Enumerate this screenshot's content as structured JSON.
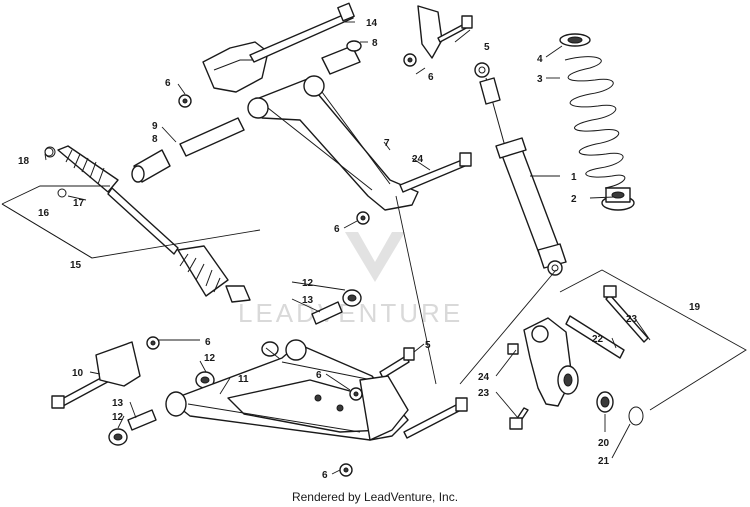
{
  "watermark": "LEADVENTURE",
  "footer": "Rendered by LeadVenture, Inc.",
  "callouts": {
    "c1": "1",
    "c2": "2",
    "c3": "3",
    "c4": "4",
    "c5a": "5",
    "c5b": "5",
    "c6a": "6",
    "c6b": "6",
    "c6c": "6",
    "c6d": "6",
    "c6e": "6",
    "c6f": "6",
    "c7": "7",
    "c8a": "8",
    "c8b": "8",
    "c9": "9",
    "c10": "10",
    "c11": "11",
    "c12a": "12",
    "c12b": "12",
    "c12c": "12",
    "c13a": "13",
    "c13b": "13",
    "c14": "14",
    "c15": "15",
    "c16": "16",
    "c17": "17",
    "c18": "18",
    "c19": "19",
    "c20": "20",
    "c21": "21",
    "c22": "22",
    "c23a": "23",
    "c23b": "23",
    "c24a": "24",
    "c24b": "24"
  }
}
